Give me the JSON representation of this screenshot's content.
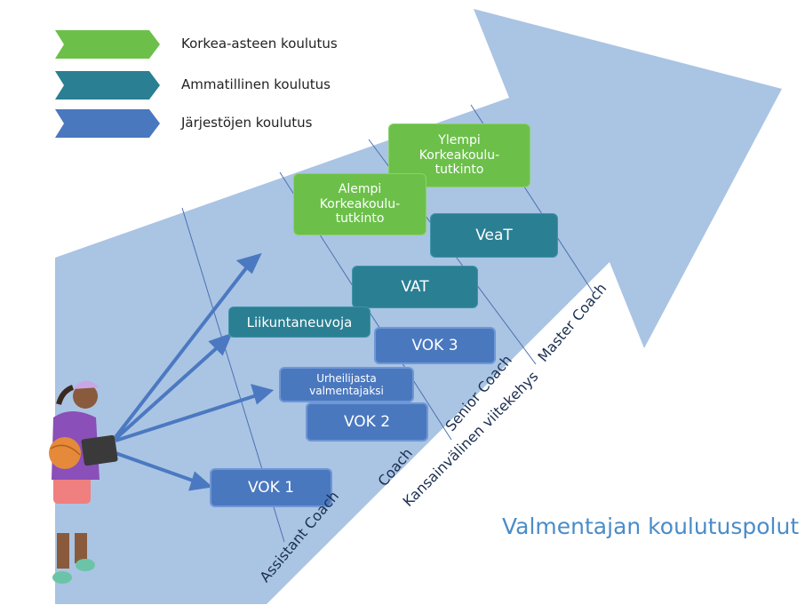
{
  "legend": [
    {
      "label": "Korkea-asteen koulutus",
      "color": "#6cc04a"
    },
    {
      "label": "Ammatillinen koulutus",
      "color": "#2a7f93"
    },
    {
      "label": "Järjestöjen koulutus",
      "color": "#4a78bf"
    }
  ],
  "boxes": {
    "ylempi": "Ylempi\nKorkeakoulu-\ntutkinto",
    "alempi": "Alempi\nKorkeakoulu-\ntutkinto",
    "veat": "VeaT",
    "vat": "VAT",
    "liikuntaneuvoja": "Liikuntaneuvoja",
    "vok3": "VOK 3",
    "urheilijasta": "Urheilijasta\nvalmentajaksi",
    "vok2": "VOK 2",
    "vok1": "VOK 1"
  },
  "tracks": {
    "assistant": "Assistant Coach",
    "coach": "Coach",
    "senior": "Senior Coach",
    "master": "Master Coach",
    "framework": "Kansainvälinen viitekehys"
  },
  "title": "Valmentajan koulutuspolut",
  "colors": {
    "arrow": "#aac4e3",
    "pointer": "#4b79c1",
    "title": "#4b8cc8"
  }
}
